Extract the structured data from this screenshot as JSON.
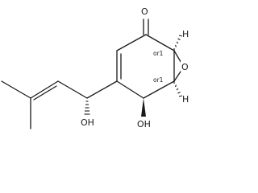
{
  "molecule": {
    "atoms": {
      "carbonyl_o": "O",
      "epoxide_o": "O",
      "ring_oh": "OH",
      "chain_oh": "OH",
      "h_upper": "H",
      "h_lower": "H"
    },
    "stereo_labels": {
      "upper": "or1",
      "lower": "or1"
    }
  }
}
